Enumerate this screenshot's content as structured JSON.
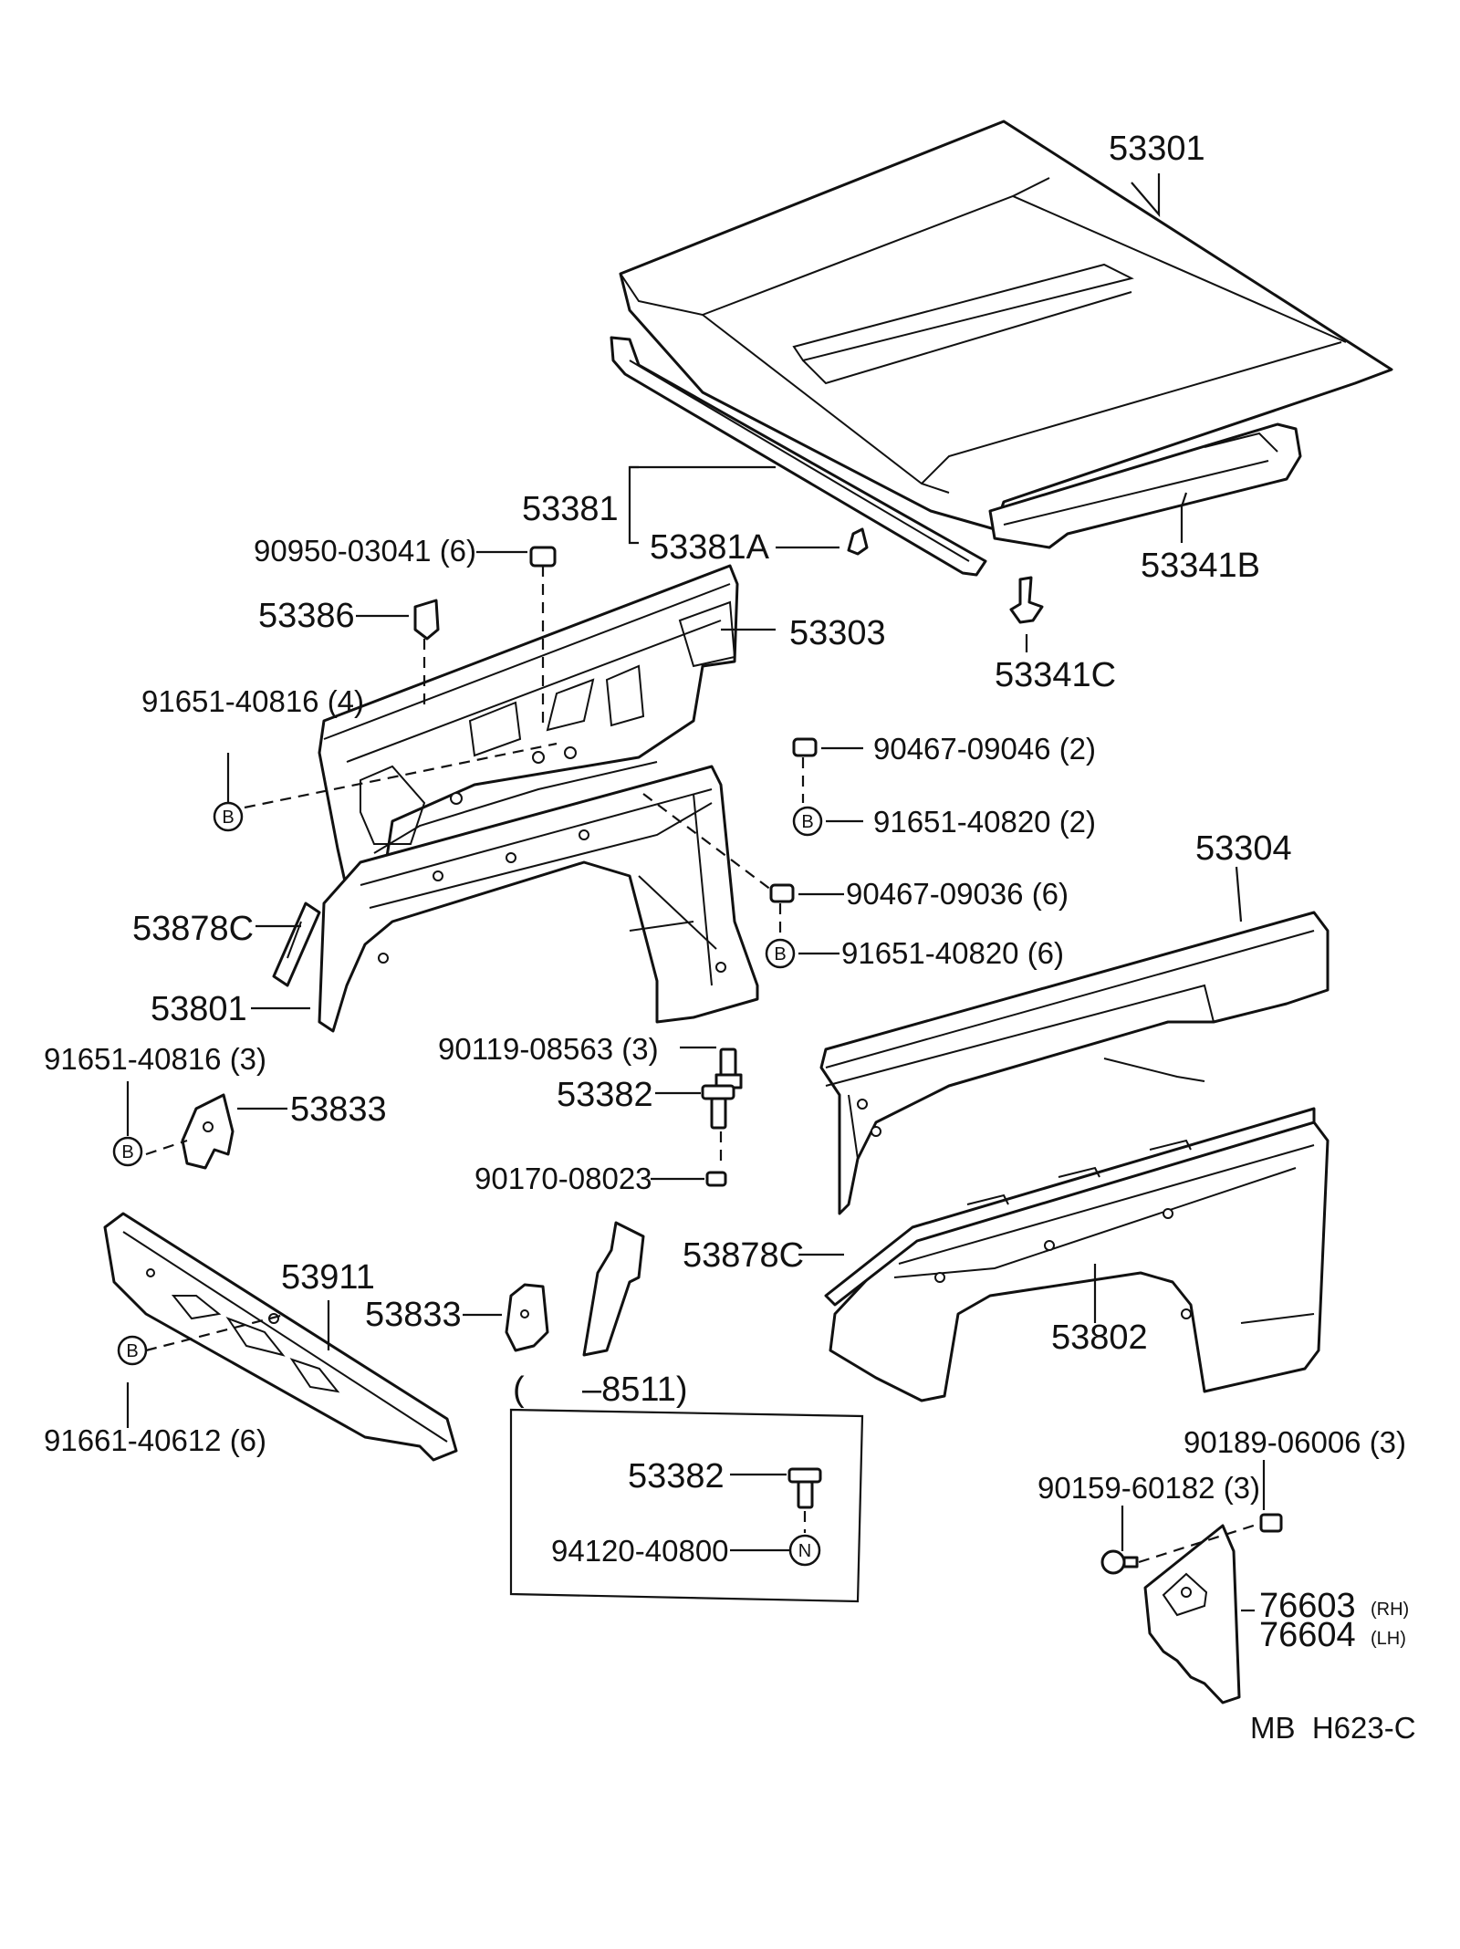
{
  "labels": {
    "p53301": "53301",
    "p53381": "53381",
    "p53381A": "53381A",
    "p53341B": "53341B",
    "p53341C": "53341C",
    "p90950": "90950-03041 (6)",
    "p53386": "53386",
    "p53303": "53303",
    "p91651_4": "91651-40816 (4)",
    "p90467_2": "90467-09046 (2)",
    "p91651_2": "91651-40820 (2)",
    "p53304": "53304",
    "p90467_6": "90467-09036 (6)",
    "p91651_6": "91651-40820 (6)",
    "p53878C_l": "53878C",
    "p53801": "53801",
    "p90119": "90119-08563 (3)",
    "p91651_3": "91651-40816 (3)",
    "p53833_l": "53833",
    "p53382_a": "53382",
    "p90170": "90170-08023",
    "p53878C_r": "53878C",
    "p53911": "53911",
    "p53833_m": "53833",
    "p53802": "53802",
    "p8511": "(      –8511)",
    "p91661": "91661-40612 (6)",
    "p53382_b": "53382",
    "p94120": "94120-40800",
    "p90189": "90189-06006 (3)",
    "p90159": "90159-60182 (3)",
    "p76603": "76603",
    "p76603_side": "(RH)",
    "p76604": "76604",
    "p76604_side": "(LH)",
    "footer": "MB  H623-C"
  },
  "markers": {
    "b": "B",
    "n": "N"
  }
}
